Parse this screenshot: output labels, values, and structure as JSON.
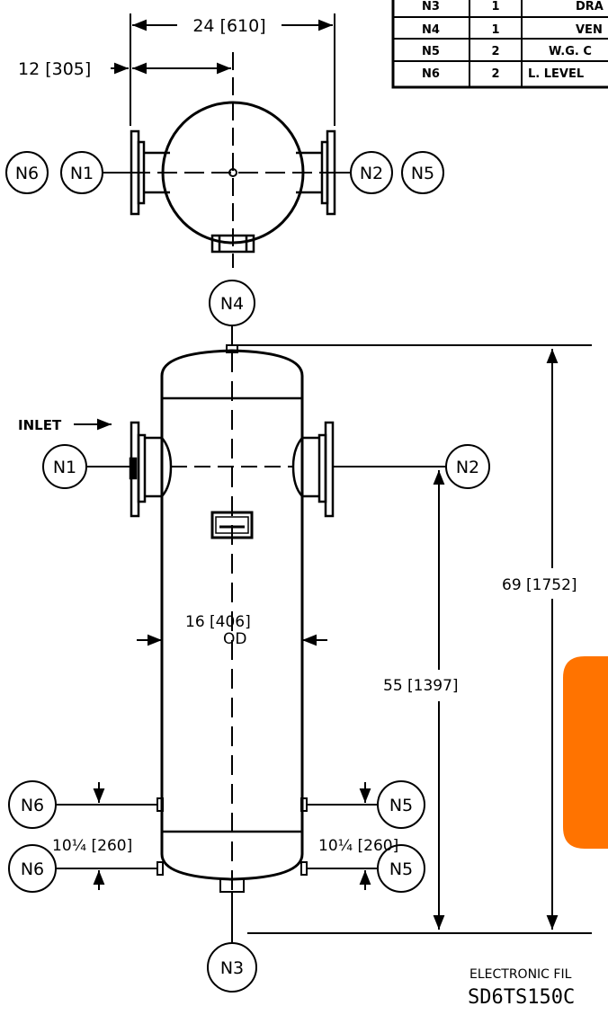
{
  "nozzle_table": {
    "rows": [
      {
        "mark": "N3",
        "qty": "1",
        "service": "DRA"
      },
      {
        "mark": "N4",
        "qty": "1",
        "service": "VEN"
      },
      {
        "mark": "N5",
        "qty": "2",
        "service": "W.G. C"
      },
      {
        "mark": "N6",
        "qty": "2",
        "service": "L. LEVEL"
      }
    ]
  },
  "top_view": {
    "dim_overall": "24 [610]",
    "dim_half": "12 [305]",
    "left_tags": [
      "N6",
      "N1"
    ],
    "right_tags": [
      "N2",
      "N5"
    ]
  },
  "side_view": {
    "tag_vent": "N4",
    "tag_inlet": "N1",
    "tag_outlet": "N2",
    "inlet_label": "INLET",
    "dia_label": "16 [406]",
    "dia_sub": "OD",
    "height_overall": "69 [1752]",
    "height_outlet": "55 [1397]",
    "spacing_left": "10¼ [260]",
    "spacing_right": "10¼ [260]",
    "tag_left_upper": "N6",
    "tag_left_lower": "N6",
    "tag_right_upper": "N5",
    "tag_right_lower": "N5",
    "tag_drain": "N3"
  },
  "footer": {
    "file_label": "ELECTRONIC FIL",
    "file_number": "SD6TS150C"
  },
  "colors": {
    "line": "#000000",
    "accent": "#ff7300",
    "background": "#ffffff"
  }
}
